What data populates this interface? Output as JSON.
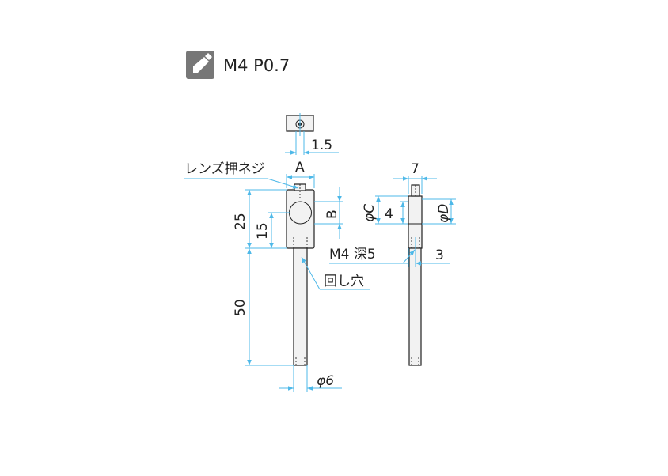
{
  "header": {
    "icon": "tap-thread-icon",
    "thread_spec": "M4 P0.7"
  },
  "labels": {
    "lens_screw": "レンズ押ネジ",
    "rotation_hole": "回し穴",
    "tap_depth": "M4 深5"
  },
  "dimensions": {
    "offset_top": "1.5",
    "width_a": "A",
    "height_b": "B",
    "total_height": "25",
    "bore_height": "15",
    "rod_length": "50",
    "rod_diameter": "φ6",
    "side_width": "7",
    "diameter_c": "φC",
    "side_4": "4",
    "diameter_d": "φD",
    "side_3": "3"
  },
  "colors": {
    "dimension": "#4db8e8",
    "outline": "#222222",
    "part_fill": "#f2f2f2",
    "icon": "#777777"
  }
}
